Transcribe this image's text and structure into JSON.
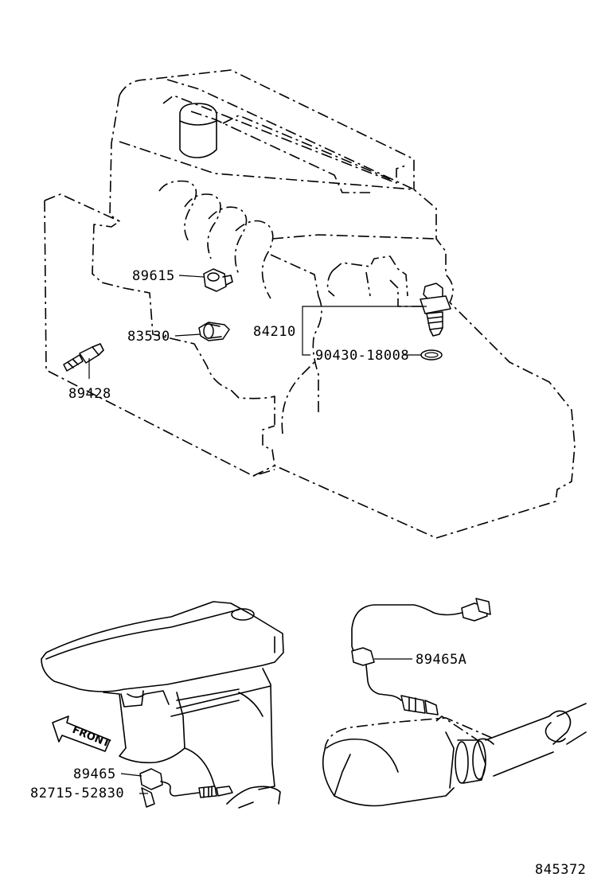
{
  "diagram": {
    "drawing_number": "845372",
    "front_label": "FRONT",
    "parts": {
      "p89615": "89615",
      "p83530": "83530",
      "p84210": "84210",
      "p89428": "89428",
      "p90430": "90430-18008",
      "p89465A": "89465A",
      "p89465": "89465",
      "p82715": "82715-52830"
    }
  }
}
